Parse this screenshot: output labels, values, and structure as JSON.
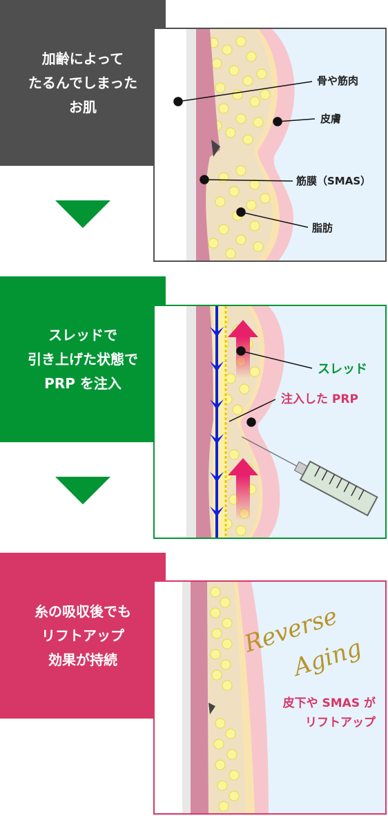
{
  "steps": [
    {
      "label_lines": [
        "加齢によって",
        "たるんでしまった",
        "お肌"
      ],
      "callouts": {
        "bone_muscle": "骨や筋肉",
        "skin": "皮膚",
        "fascia": "筋膜（SMAS）",
        "fat": "脂肪"
      }
    },
    {
      "label_lines": [
        "スレッドで",
        "引き上げた状態で",
        "PRP を注入"
      ],
      "callouts": {
        "thread": "スレッド",
        "prp": "注入した PRP"
      }
    },
    {
      "label_lines": [
        "糸の吸収後でも",
        "リフトアップ",
        "効果が持続"
      ],
      "logo_text_1": "Reverse",
      "logo_text_2": "Aging",
      "result_lines": [
        "皮下や SMAS が",
        "リフトアップ"
      ]
    }
  ],
  "colors": {
    "step1": "#4f4f4f",
    "step2": "#039534",
    "step3": "#d63766",
    "arrow": "#039534",
    "thread": "#1020e0",
    "prp_arrow": "#e8206a",
    "fat": "#f5e9a0",
    "skin": "#f7c6cc",
    "background": "#e6f3fd"
  }
}
